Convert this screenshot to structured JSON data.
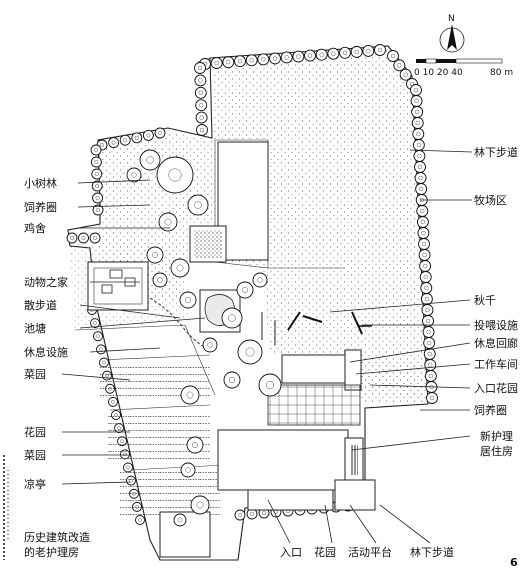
{
  "labels_left": [
    "小树林",
    "饲养圈",
    "鸡舍",
    "动物之家",
    "散步道",
    "池塘",
    "休息设施",
    "菜园",
    "花园",
    "菜园",
    "凉亭",
    "历史建筑改造",
    "的老护理房"
  ],
  "labels_right": [
    "林下步道",
    "牧场区",
    "秋千",
    "投喂设施",
    "休息回廊",
    "工作车间",
    "入口花园",
    "饲养圈",
    "新护理",
    "居住房"
  ],
  "labels_bottom": [
    "入口",
    "花园",
    "活动平台",
    "林下步道"
  ],
  "north_letter": "N",
  "scale_text": "0 10 20 40",
  "scale_unit": "80 m",
  "page_number": "6"
}
